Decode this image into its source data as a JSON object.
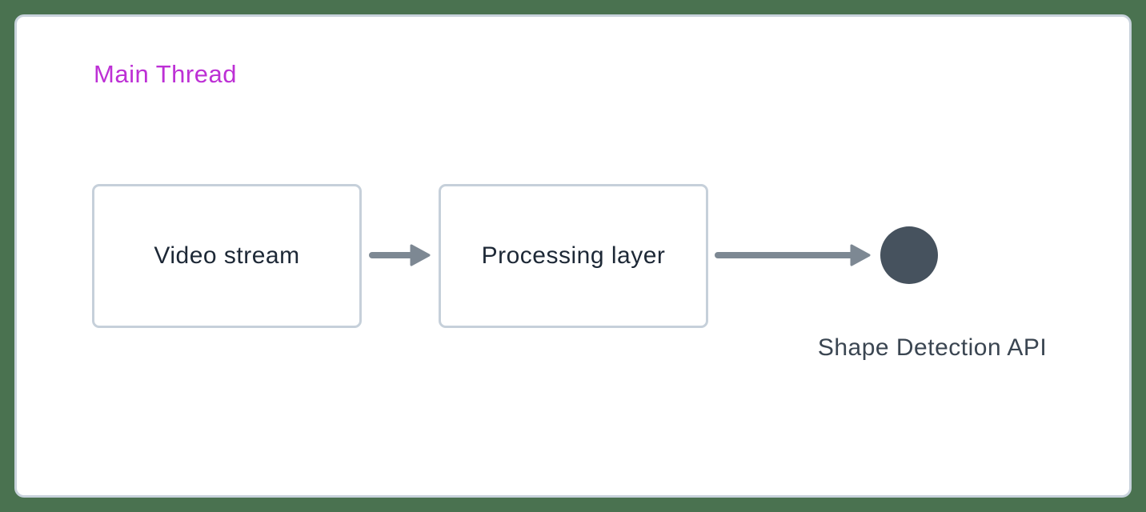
{
  "diagram": {
    "title": "Main Thread",
    "nodes": [
      {
        "id": "video-stream",
        "label": "Video stream",
        "shape": "box"
      },
      {
        "id": "processing-layer",
        "label": "Processing layer",
        "shape": "box"
      },
      {
        "id": "shape-detection-api",
        "label": "Shape Detection API",
        "shape": "circle"
      }
    ],
    "edges": [
      {
        "from": "video-stream",
        "to": "processing-layer",
        "style": "arrow-right"
      },
      {
        "from": "processing-layer",
        "to": "shape-detection-api",
        "style": "arrow-right"
      }
    ],
    "colors": {
      "page_background": "#4a7250",
      "card_background": "#ffffff",
      "card_border": "#c8d2dc",
      "box_border": "#c6d0da",
      "box_text": "#1d2836",
      "title_text": "#bd30d5",
      "arrow": "#7d8893",
      "circle_fill": "#46525e",
      "caption_text": "#3a4551"
    }
  }
}
